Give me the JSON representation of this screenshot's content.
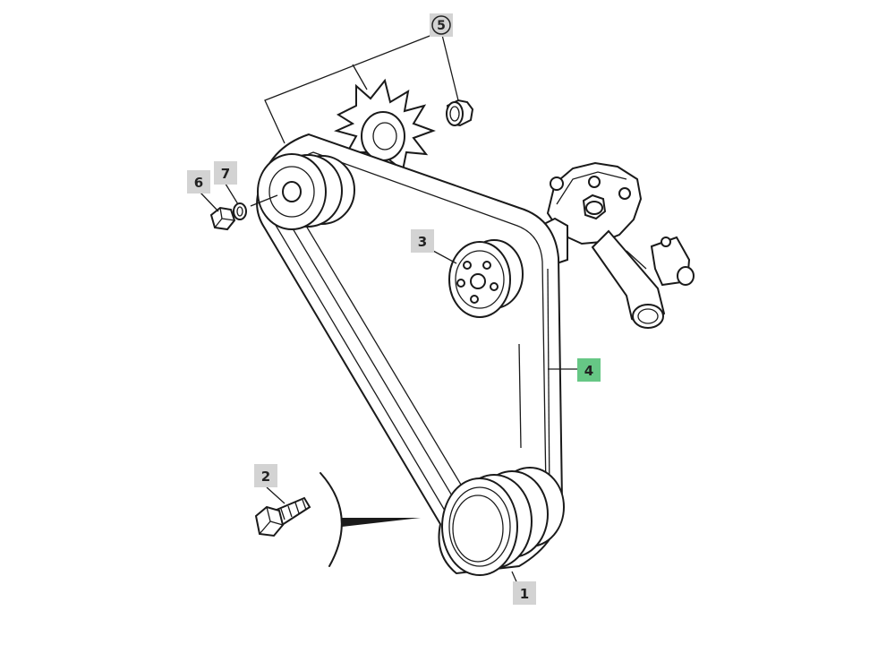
{
  "callouts": [
    {
      "id": "1",
      "label": "1",
      "style": "box",
      "color": "#d3d3d3"
    },
    {
      "id": "2",
      "label": "2",
      "style": "box",
      "color": "#d3d3d3"
    },
    {
      "id": "3",
      "label": "3",
      "style": "box",
      "color": "#d3d3d3"
    },
    {
      "id": "4",
      "label": "4",
      "style": "box",
      "color": "#66c785"
    },
    {
      "id": "5",
      "label": "5",
      "style": "circled",
      "color": "#d3d3d3"
    },
    {
      "id": "6",
      "label": "6",
      "style": "box",
      "color": "#d3d3d3"
    },
    {
      "id": "7",
      "label": "7",
      "style": "box",
      "color": "#d3d3d3"
    }
  ],
  "highlight_color": "#66c785",
  "box_color": "#d3d3d3",
  "line_color": "#1a1a1a"
}
